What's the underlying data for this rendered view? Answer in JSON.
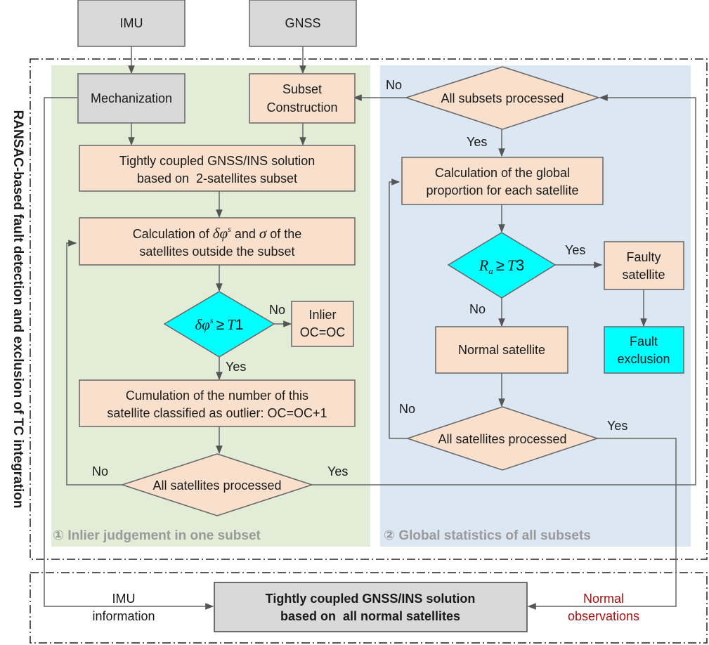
{
  "side_title": "RANSAC-based fault detection and exclusion of TC integration",
  "inputs": {
    "imu": "IMU",
    "gnss": "GNSS"
  },
  "left_panel": {
    "caption": "① Inlier judgement in one subset",
    "mechanization": "Mechanization",
    "subset_construction": [
      "Subset",
      "Construction"
    ],
    "tc_subset_solution": [
      "Tightly coupled GNSS/INS solution",
      "based on  2-satellites subset"
    ],
    "calc_line1": {
      "pre": "Calculation of ",
      "and": " and ",
      "post": " of the"
    },
    "calc_line2": "satellites outside the subset",
    "inlier": [
      "Inlier",
      "OC=OC"
    ],
    "cumulation": [
      "Cumulation of the number of this",
      "satellite classified as outlier: OC=OC+1"
    ],
    "all_satellites": "All satellites processed"
  },
  "right_panel": {
    "caption": "② Global  statistics of all subsets",
    "all_subsets": "All subsets processed",
    "global_proportion": [
      "Calculation of the global",
      "proportion for each satellite"
    ],
    "faulty_satellite": [
      "Faulty",
      "satellite"
    ],
    "normal_satellite": "Normal satellite",
    "fault_exclusion": [
      "Fault",
      "exclusion"
    ],
    "all_satellites": "All satellites processed"
  },
  "math": {
    "delta_phi": "δφ",
    "sup_s": "s",
    "sigma": "σ",
    "geq": "≥",
    "T1": "T",
    "T1_num": "1",
    "R": "R",
    "R_sub": "a",
    "T3": "T",
    "T3_num": "3"
  },
  "edge_labels": {
    "yes": "Yes",
    "no": "No"
  },
  "bottom": {
    "final_solution": [
      "Tightly coupled GNSS/INS solution",
      "based on  all normal satellites"
    ],
    "imu_info": [
      "IMU",
      "information"
    ],
    "normal_obs": [
      "Normal",
      "observations"
    ]
  },
  "colors": {
    "left_panel_bg": "#e2ecd7",
    "right_panel_bg": "#dbe7f3",
    "process_fill": "#f9e0cd",
    "input_fill": "#d9d9d9",
    "highlight_fill": "#00ffff",
    "caption_color": "#9a9a9a",
    "normal_obs_color": "#a81010",
    "line_color": "#666666"
  }
}
